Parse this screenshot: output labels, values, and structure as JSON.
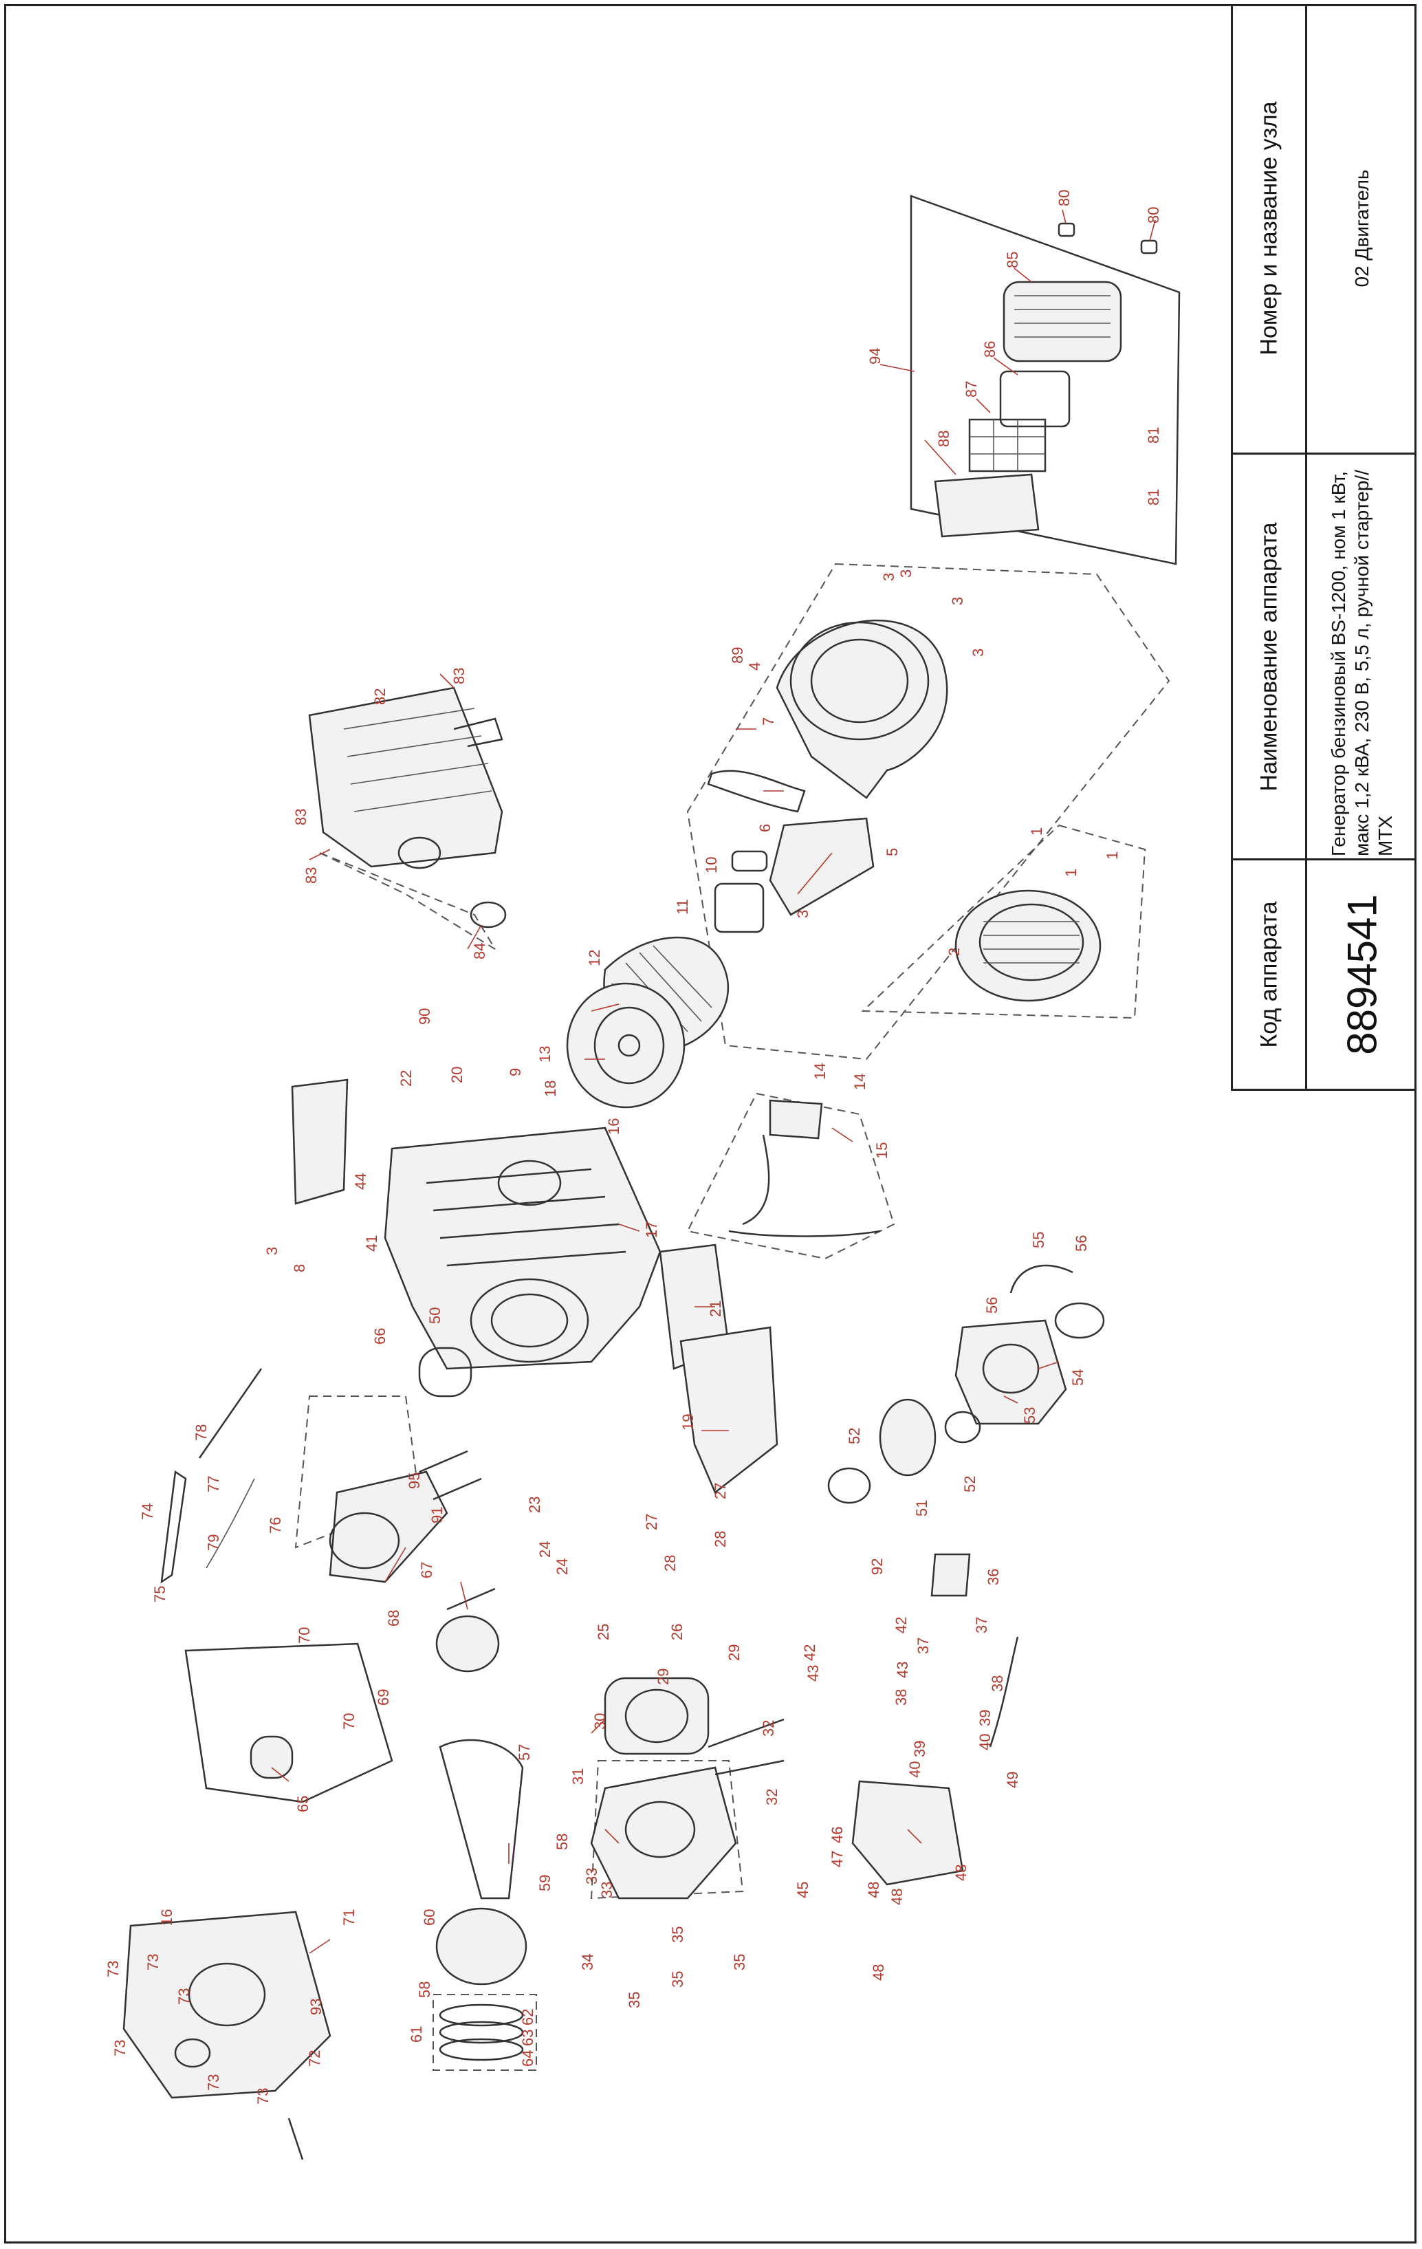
{
  "title_block": {
    "node_header": "Номер и название узла",
    "node_value": "02 Двигатель",
    "name_header": "Наименование аппарата",
    "name_value": "Генератор бензиновый BS-1200, ном 1 кВт, макс 1,2 кВА, 230 В, 5,5 л, ручной стартер// MTX",
    "code_header": "Код аппарата",
    "code_value": "8894541"
  },
  "callouts": [
    "80",
    "80",
    "85",
    "86",
    "87",
    "88",
    "94",
    "81",
    "81",
    "3",
    "3",
    "3",
    "89",
    "4",
    "7",
    "3",
    "6",
    "5",
    "10",
    "11",
    "3",
    "1",
    "1",
    "1",
    "2",
    "83",
    "82",
    "83",
    "83",
    "84",
    "12",
    "13",
    "90",
    "22",
    "20",
    "9",
    "18",
    "16",
    "14",
    "14",
    "15",
    "44",
    "17",
    "21",
    "19",
    "3",
    "8",
    "41",
    "50",
    "66",
    "55",
    "56",
    "56",
    "54",
    "53",
    "52",
    "52",
    "51",
    "78",
    "77",
    "74",
    "95",
    "76",
    "79",
    "75",
    "91",
    "67",
    "68",
    "23",
    "24",
    "24",
    "27",
    "27",
    "28",
    "28",
    "26",
    "25",
    "92",
    "36",
    "42",
    "42",
    "43",
    "43",
    "37",
    "37",
    "38",
    "38",
    "39",
    "39",
    "40",
    "40",
    "29",
    "29",
    "30",
    "32",
    "32",
    "31",
    "33",
    "33",
    "34",
    "35",
    "35",
    "35",
    "35",
    "70",
    "70",
    "69",
    "65",
    "57",
    "58",
    "58",
    "59",
    "60",
    "61",
    "62",
    "63",
    "64",
    "49",
    "45",
    "46",
    "47",
    "48",
    "48",
    "48",
    "48",
    "71",
    "73",
    "73",
    "73",
    "73",
    "73",
    "73",
    "16",
    "93",
    "72"
  ],
  "colors": {
    "line": "#333333",
    "callout": "#b33a2e",
    "frame": "#222222"
  }
}
